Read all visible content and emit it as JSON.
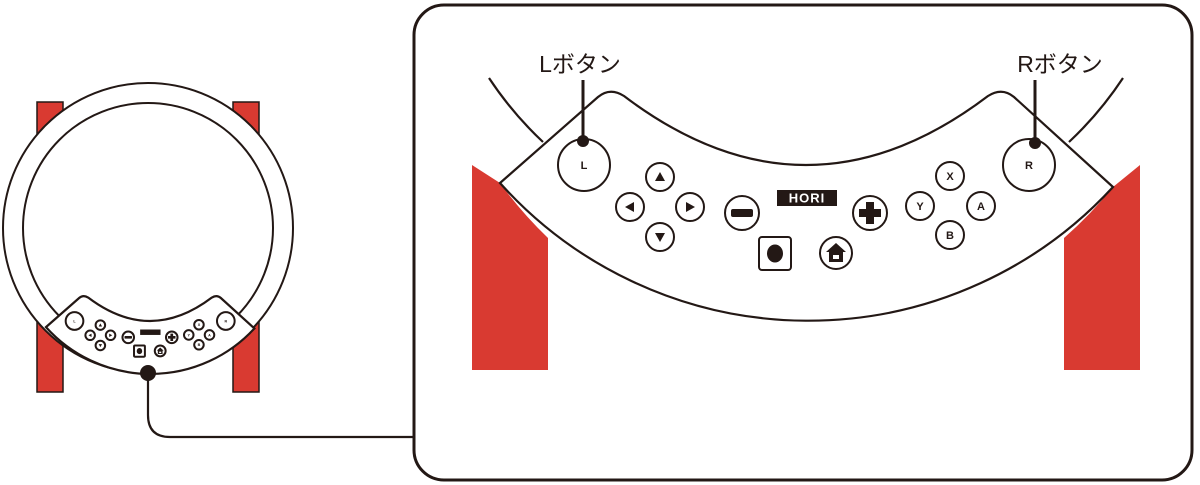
{
  "colors": {
    "leg_red": "#d93a31",
    "line": "#231815"
  },
  "callouts": {
    "l_button": "Lボタン",
    "r_button": "Rボタン"
  },
  "buttons": {
    "l": "L",
    "r": "R",
    "x": "X",
    "y": "Y",
    "a": "A",
    "b": "B",
    "dpad": [
      "up-arrow-icon",
      "left-arrow-icon",
      "right-arrow-icon",
      "down-arrow-icon"
    ],
    "minus": "minus-icon",
    "plus": "plus-icon",
    "capture": "capture-icon",
    "home": "home-icon"
  },
  "logo": "HORI"
}
